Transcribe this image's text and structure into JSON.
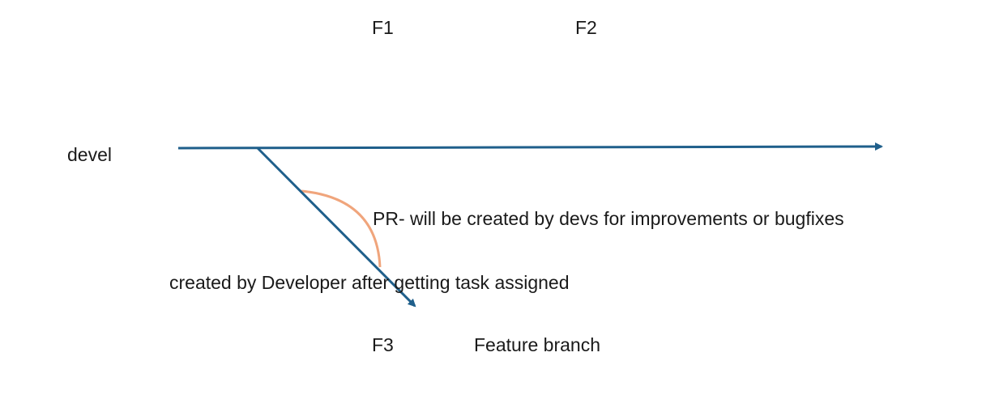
{
  "labels": {
    "f1": "F1",
    "f2": "F2",
    "devel": "devel",
    "pr_note": "PR- will be created by devs for improvements or bugfixes",
    "created_note": "created by Developer after getting task assigned",
    "f3": "F3",
    "feature_branch": "Feature branch"
  },
  "colors": {
    "branch_line": "#1f5f8b",
    "arc": "#f0a57c",
    "text": "#1a1a1a"
  }
}
